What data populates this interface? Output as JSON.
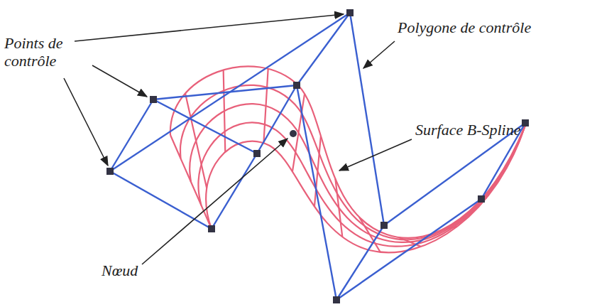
{
  "diagram": {
    "labels": [
      "Points de contrôle",
      "Polygone de contrôle",
      "Surface B-Spline",
      "Nœud"
    ]
  }
}
